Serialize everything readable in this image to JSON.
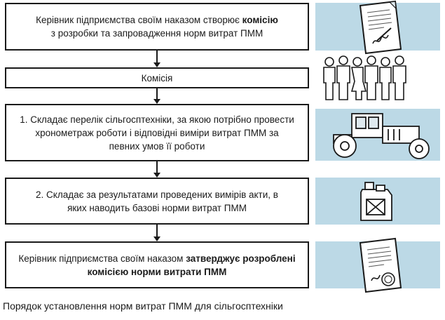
{
  "steps": [
    {
      "id": "order-create",
      "parts": [
        "Керівник підприємства своїм наказом створює ",
        "комісію",
        " з розробки та запровадження норм витрат ПММ"
      ]
    },
    {
      "id": "commission",
      "text": "Комісія"
    },
    {
      "id": "list-machinery",
      "text": "1. Складає перелік сільгосптехніки, за якою потрібно провести хронометраж роботи і відповідні виміри витрат ПММ за певних умов її роботи"
    },
    {
      "id": "draw-up-acts",
      "text": "2. Складає за результатами проведених вимірів акти, в яких наводить базові норми витрат ПММ"
    },
    {
      "id": "order-approve",
      "parts": [
        "Керівник підприємства своїм наказом ",
        "затверджує розроблені комісією норми витрати ПММ"
      ]
    }
  ],
  "icons": [
    "signed-document-icon",
    "people-group-icon",
    "tractor-icon",
    "fuel-canister-icon",
    "sealed-document-icon"
  ],
  "caption": "Порядок установлення норм витрат ПММ для сільгосптехніки",
  "colors": {
    "panel": "#bcd9e6",
    "line": "#1a1a1a"
  }
}
